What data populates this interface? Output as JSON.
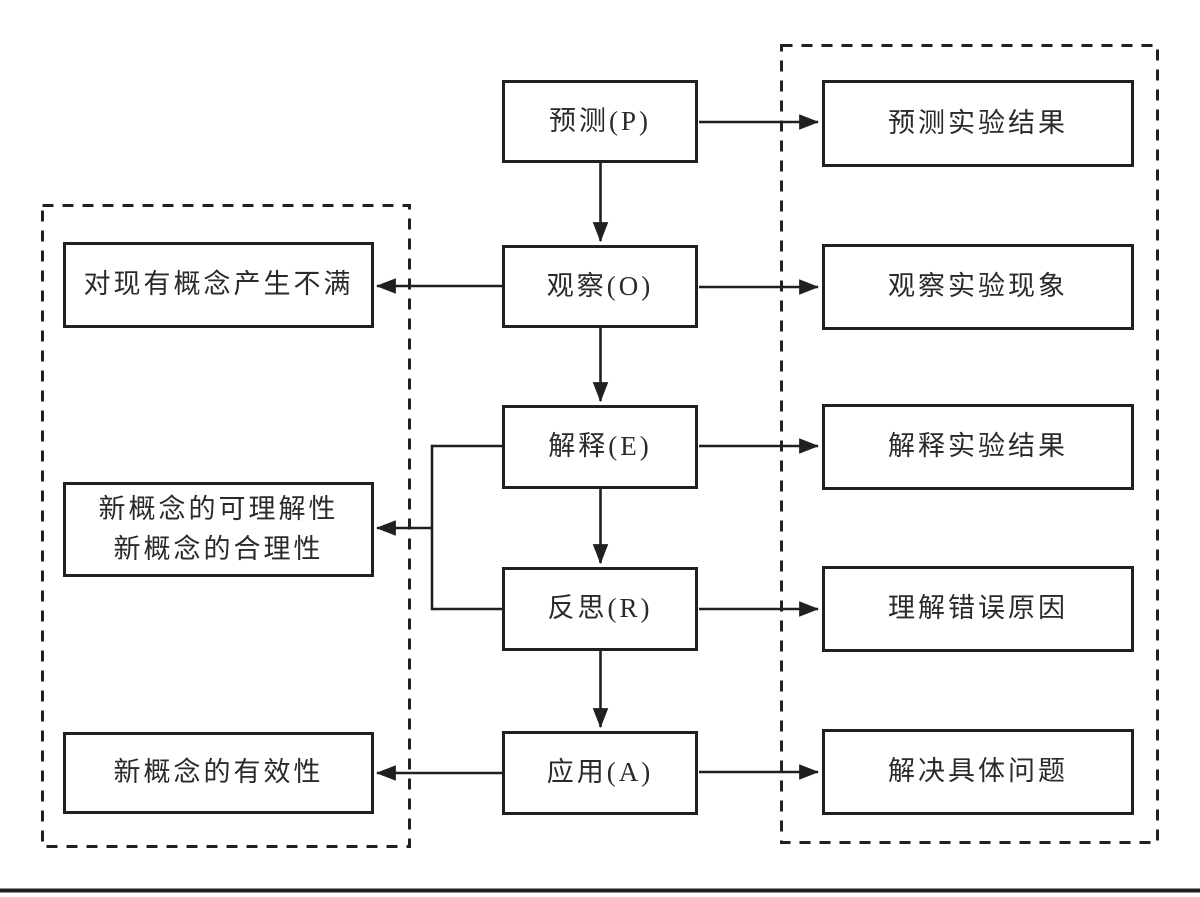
{
  "title": "POE(R)A strategy flow diagram",
  "colors": {
    "line": "#231f20",
    "text": "#2a2a2a",
    "background": "#ffffff"
  },
  "nodes": {
    "center": [
      {
        "id": "predict",
        "label": "预测(P)"
      },
      {
        "id": "observe",
        "label": "观察(O)"
      },
      {
        "id": "explain",
        "label": "解释(E)"
      },
      {
        "id": "reflect",
        "label": "反思(R)"
      },
      {
        "id": "apply",
        "label": "应用(A)"
      }
    ],
    "right": [
      {
        "id": "predict-result",
        "label": "预测实验结果"
      },
      {
        "id": "observe-phenom",
        "label": "观察实验现象"
      },
      {
        "id": "explain-result",
        "label": "解释实验结果"
      },
      {
        "id": "understand-error",
        "label": "理解错误原因"
      },
      {
        "id": "solve-problem",
        "label": "解决具体问题"
      }
    ],
    "left": [
      {
        "id": "dissatisfaction",
        "lines": [
          "对现有概念产生不满"
        ]
      },
      {
        "id": "new-concept-intelligible-plausible",
        "lines": [
          "新概念的可理解性",
          "新概念的合理性"
        ]
      },
      {
        "id": "new-concept-effective",
        "lines": [
          "新概念的有效性"
        ]
      }
    ]
  },
  "edges": [
    {
      "from": "predict",
      "to": "observe",
      "type": "arrow-down"
    },
    {
      "from": "observe",
      "to": "explain",
      "type": "arrow-down"
    },
    {
      "from": "explain",
      "to": "reflect",
      "type": "arrow-down"
    },
    {
      "from": "reflect",
      "to": "apply",
      "type": "arrow-down"
    },
    {
      "from": "predict",
      "to": "predict-result",
      "type": "arrow-right"
    },
    {
      "from": "observe",
      "to": "observe-phenom",
      "type": "arrow-right"
    },
    {
      "from": "explain",
      "to": "explain-result",
      "type": "arrow-right"
    },
    {
      "from": "reflect",
      "to": "understand-error",
      "type": "arrow-right"
    },
    {
      "from": "apply",
      "to": "solve-problem",
      "type": "arrow-right"
    },
    {
      "from": "observe",
      "to": "dissatisfaction",
      "type": "arrow-left"
    },
    {
      "from": "explain+reflect",
      "to": "new-concept-intelligible-plausible",
      "type": "bracket-arrow-left"
    },
    {
      "from": "apply",
      "to": "new-concept-effective",
      "type": "arrow-left"
    }
  ]
}
